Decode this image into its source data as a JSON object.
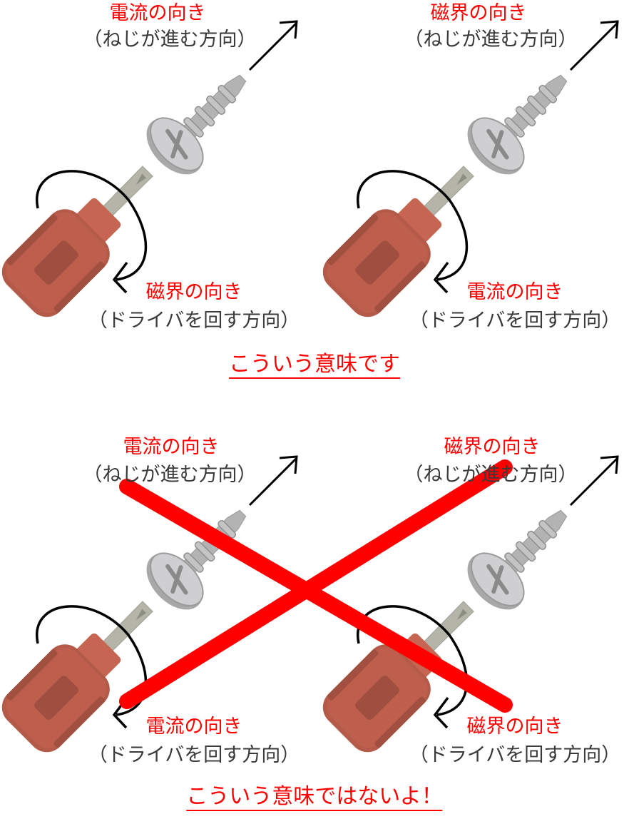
{
  "panels": [
    {
      "top_label": "電流の向き",
      "top_sub": "（ねじが進む方向）",
      "bottom_label": "磁界の向き",
      "bottom_sub": "（ドライバを回す方向）"
    },
    {
      "top_label": "磁界の向き",
      "top_sub": "（ねじが進む方向）",
      "bottom_label": "電流の向き",
      "bottom_sub": "（ドライバを回す方向）"
    },
    {
      "top_label": "電流の向き",
      "top_sub": "（ねじが進む方向）",
      "bottom_label": "電流の向き",
      "bottom_sub": "（ドライバを回す方向）"
    },
    {
      "top_label": "磁界の向き",
      "top_sub": "（ねじが進む方向）",
      "bottom_label": "磁界の向き",
      "bottom_sub": "（ドライバを回す方向）"
    }
  ],
  "captions": {
    "correct": "こういう意味です",
    "wrong": "こういう意味ではないよ！"
  },
  "colors": {
    "label": "#ff0000",
    "sub": "#3a3a3a",
    "handle": "#b35a48",
    "cross": "#ff0000",
    "screw": "#b8b8b8"
  }
}
